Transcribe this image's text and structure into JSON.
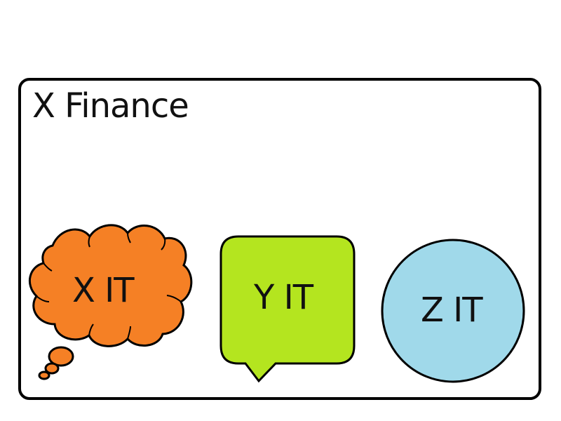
{
  "frame": {
    "title": "X Finance"
  },
  "shapes": {
    "cloud": {
      "label": "X IT",
      "fill": "#f58025",
      "icon": "thought-cloud-icon"
    },
    "box": {
      "label": "Y IT",
      "fill": "#b4e51f",
      "icon": "speech-bubble-icon"
    },
    "circle": {
      "label": "Z IT",
      "fill": "#a0d9ea",
      "icon": "circle-icon"
    }
  },
  "colors": {
    "stroke": "#000000",
    "background": "#ffffff",
    "text": "#111111"
  }
}
